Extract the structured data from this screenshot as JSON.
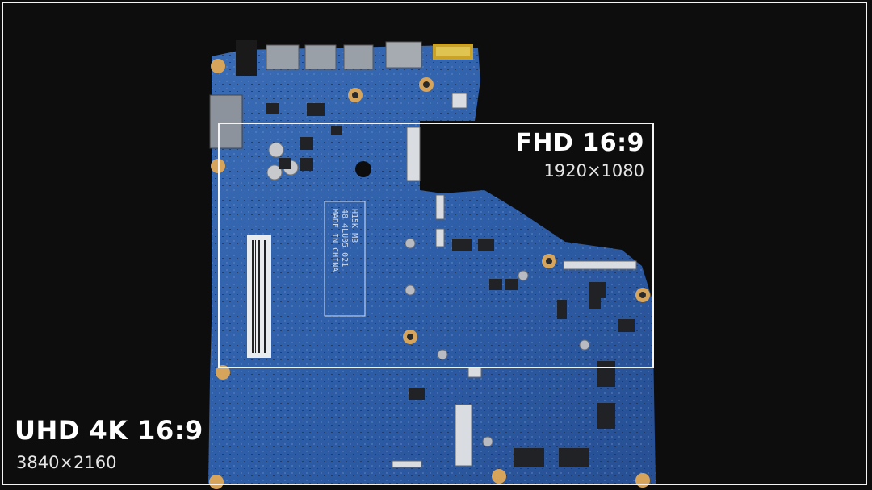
{
  "inner_frame": {
    "title": "FHD 16:9",
    "resolution": "1920×1080"
  },
  "outer_frame": {
    "title": "UHD 4K 16:9",
    "resolution": "3840×2160"
  },
  "board_silkscreen": {
    "block_lines": [
      "H15K MB",
      "48 4LU05 021",
      "MADE IN CHINA"
    ]
  },
  "colors": {
    "background": "#0d0d0d",
    "board": "#2d5fa8",
    "frame": "#f4f4f4"
  }
}
